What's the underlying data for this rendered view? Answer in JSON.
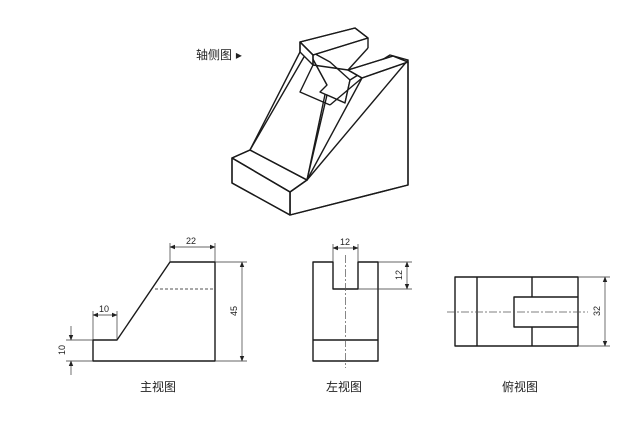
{
  "labels": {
    "axonometric": "轴侧图 ▸",
    "front_view": "主视图",
    "left_view": "左视图",
    "top_view": "俯视图"
  },
  "dimensions": {
    "front_top_width": "22",
    "front_height": "45",
    "front_step_width": "10",
    "front_step_height": "10",
    "left_slot_width": "12",
    "left_slot_depth": "12",
    "top_depth": "32"
  },
  "colors": {
    "line": "#1a1a1a",
    "thin": "#333333",
    "background": "#ffffff"
  }
}
